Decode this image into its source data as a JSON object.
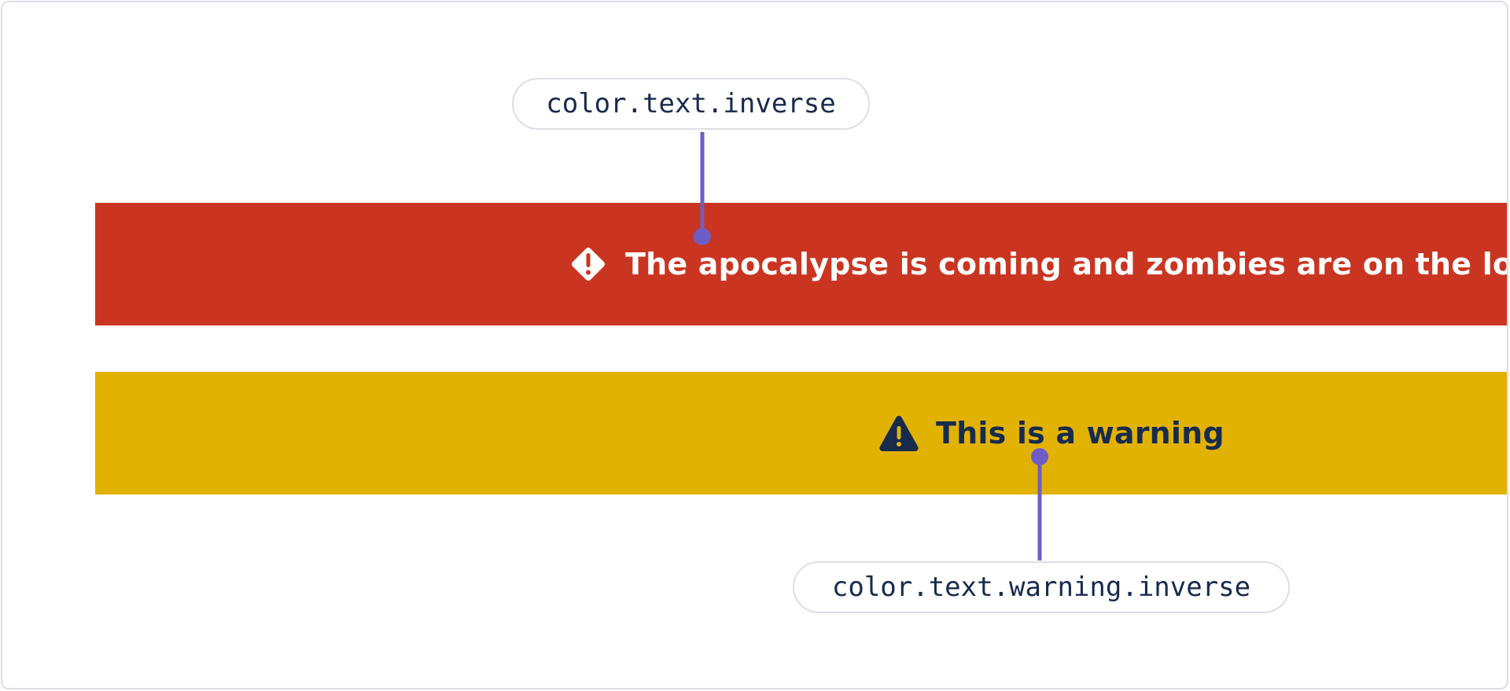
{
  "banners": {
    "error": {
      "message": "The apocalypse is coming and zombies are on the loose",
      "icon": "error-diamond-icon",
      "background": "#ca3521",
      "text_color": "#ffffff"
    },
    "warning": {
      "message": "This is a warning",
      "icon": "warning-triangle-icon",
      "background": "#e2b203",
      "text_color": "#172b4d"
    }
  },
  "annotations": {
    "top_token": "color.text.inverse",
    "bottom_token": "color.text.warning.inverse",
    "connector_color": "#6e5dc6"
  }
}
